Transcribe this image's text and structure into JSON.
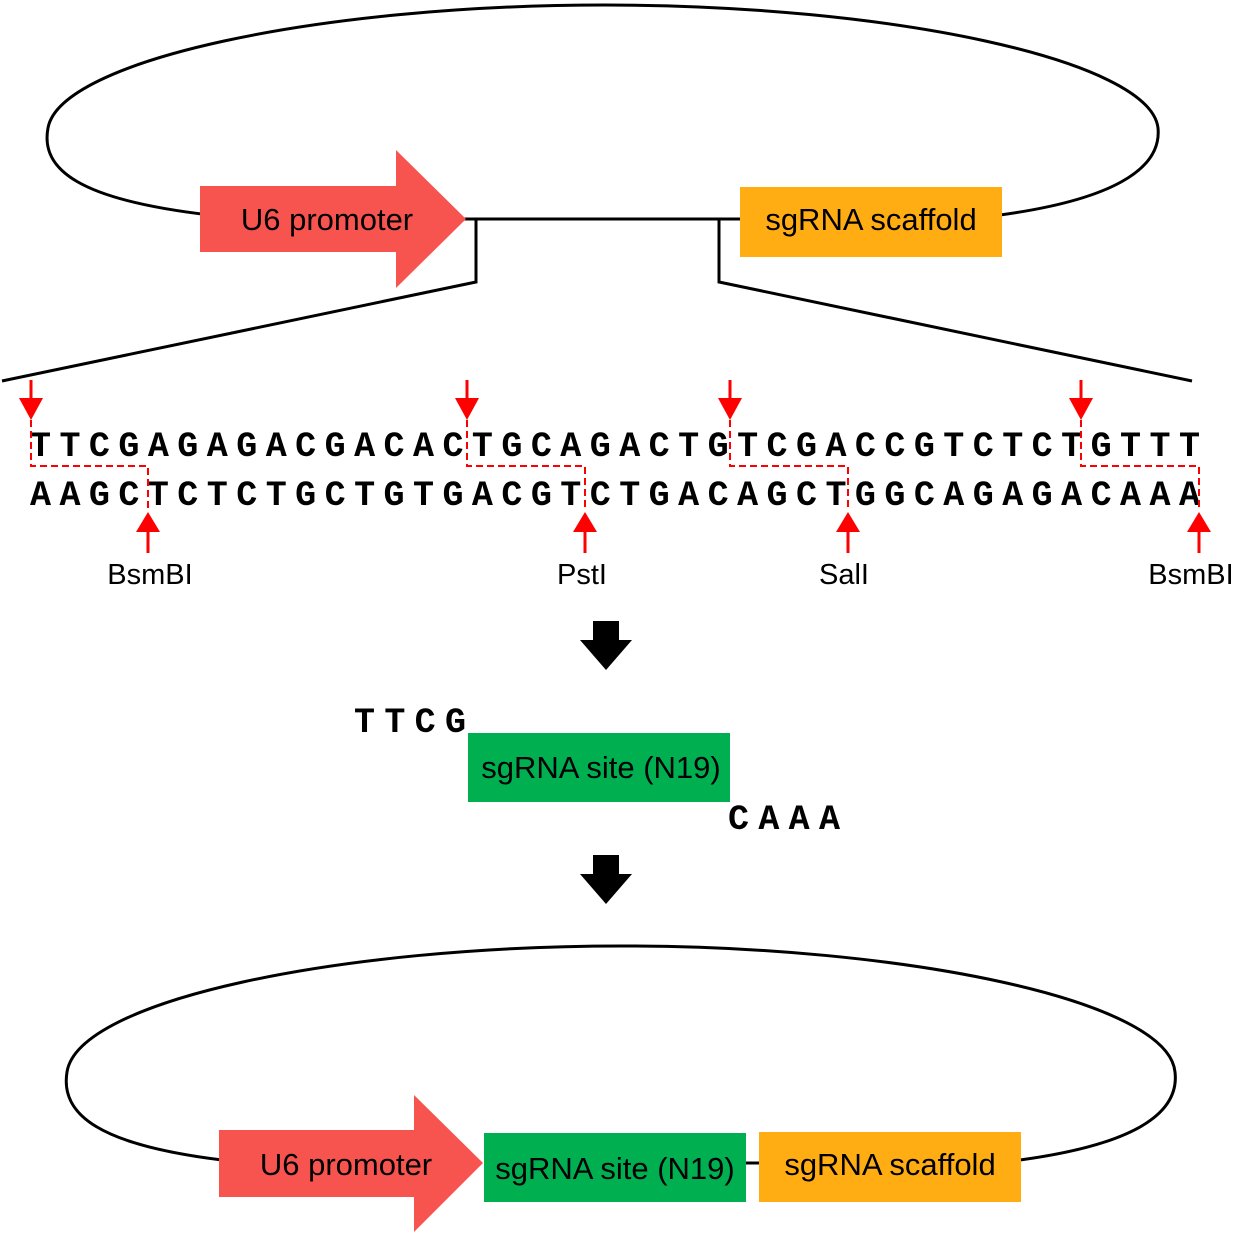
{
  "colors": {
    "promoter": "#f75450",
    "scaffold": "#ffad12",
    "insert": "#00af50",
    "cut": "#ff0000",
    "line": "#000000"
  },
  "top_plasmid": {
    "promoter_label": "U6 promoter",
    "scaffold_label": "sgRNA scaffold"
  },
  "sequence": {
    "top_strand": "TTCGAGAGACGACACTGCAGACTGTCGACCGTCTCTGTTT",
    "bottom_strand": "AAGCTCTCTGCTGTGACGTCTGACAGCTGGCAGAGACAAA",
    "enzymes": [
      {
        "name": "BsmBI"
      },
      {
        "name": "PstI"
      },
      {
        "name": "SalI"
      },
      {
        "name": "BsmBI"
      }
    ]
  },
  "insert": {
    "overhang_top": "TTCG",
    "label": "sgRNA site (N19)",
    "overhang_bottom": "CAAA"
  },
  "bottom_plasmid": {
    "promoter_label": "U6 promoter",
    "insert_label": "sgRNA site (N19)",
    "scaffold_label": "sgRNA scaffold"
  },
  "icons": [
    "down-arrow-icon",
    "down-arrow-icon"
  ]
}
